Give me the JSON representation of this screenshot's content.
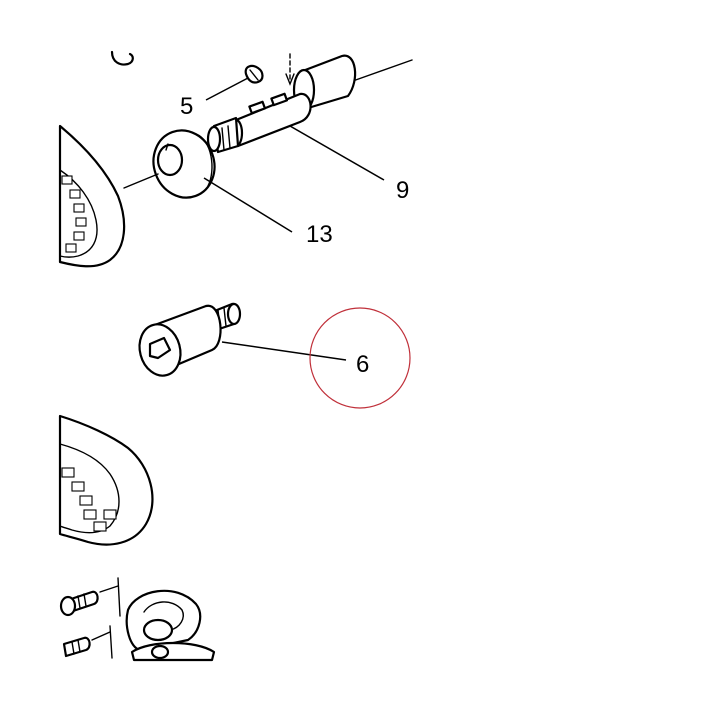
{
  "callouts": {
    "part_5": "5",
    "part_9": "9",
    "part_13": "13",
    "part_6": "6"
  },
  "highlight": {
    "target": "6",
    "color": "#c0303a"
  },
  "colors": {
    "line": "#000000",
    "background": "#ffffff"
  }
}
